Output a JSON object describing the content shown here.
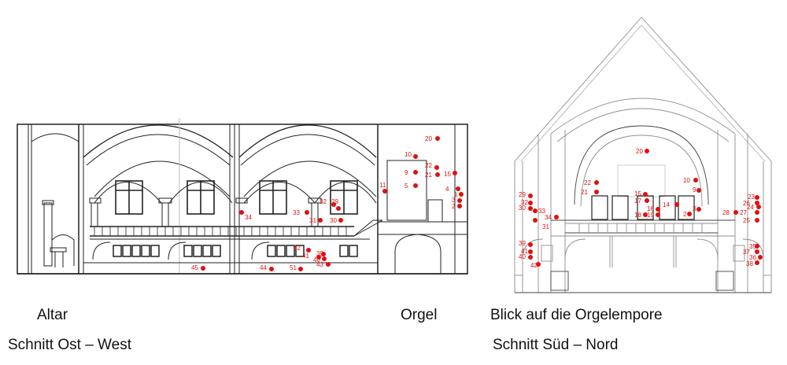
{
  "captions": {
    "altar": "Altar",
    "organ": "Orgel",
    "view": "Blick auf die Orgelempore",
    "section_east_west": "Schnitt Ost – West",
    "section_south_north": "Schnitt Süd – Nord"
  },
  "colors": {
    "marker": "#e01010",
    "line": "#222222",
    "light_line": "#9a9a9a"
  },
  "section_east_west_points": [
    "20",
    "10",
    "22",
    "9",
    "21",
    "15",
    "5",
    "4",
    "1",
    "3",
    "2",
    "11",
    "34",
    "33",
    "32",
    "29",
    "31",
    "30",
    "42",
    "39",
    "41",
    "40",
    "43",
    "45",
    "44",
    "51"
  ],
  "section_south_north_points": [
    "20",
    "22",
    "10",
    "21",
    "9",
    "15",
    "17",
    "16",
    "18",
    "19",
    "14",
    "3",
    "2",
    "29",
    "32",
    "30",
    "33",
    "34",
    "31",
    "23",
    "26",
    "24",
    "27",
    "28",
    "25",
    "39",
    "41",
    "40",
    "42",
    "35",
    "37",
    "36",
    "38"
  ]
}
